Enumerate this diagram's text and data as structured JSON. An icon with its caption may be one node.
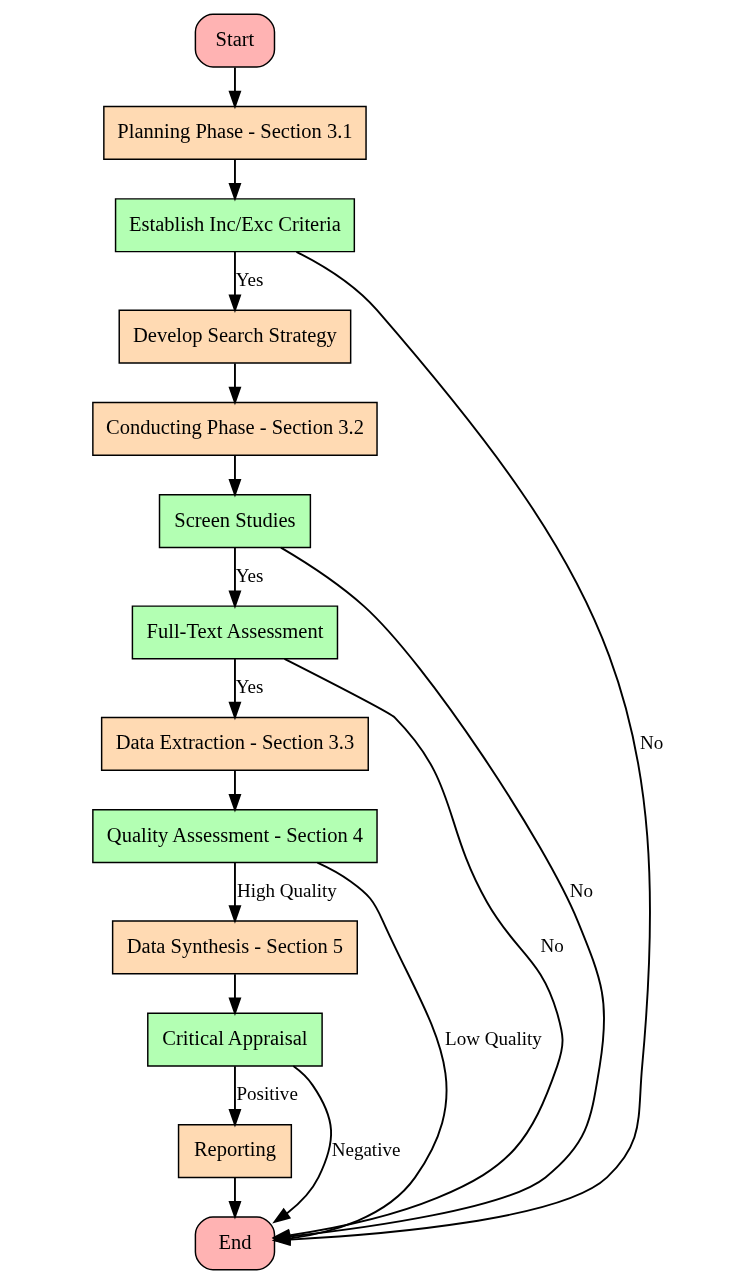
{
  "diagram": {
    "nodes": [
      {
        "text": [
          "Start"
        ]
      },
      {
        "text": [
          "Planning Phase - Section 3.1"
        ]
      },
      {
        "text": [
          "Establish Inc/Exc Criteria"
        ]
      },
      {
        "text": [
          "Develop Search Strategy"
        ]
      },
      {
        "text": [
          "Conducting Phase - Section 3.2"
        ]
      },
      {
        "text": [
          "Screen Studies"
        ]
      },
      {
        "text": [
          "Full-Text Assessment"
        ]
      },
      {
        "text": [
          "Data Extraction - Section 3.3"
        ]
      },
      {
        "text": [
          "Quality Assessment - Section 4"
        ]
      },
      {
        "text": [
          "Data Synthesis - Section 5"
        ]
      },
      {
        "text": [
          "Critical Appraisal"
        ]
      },
      {
        "text": [
          "Reporting"
        ]
      },
      {
        "text": [
          "End"
        ]
      }
    ],
    "edges": [
      {
        "from": 0,
        "to": 1,
        "arrow": "to"
      },
      {
        "from": 1,
        "to": 2,
        "arrow": "to"
      },
      {
        "from": 2,
        "to": 3,
        "arrow": "to",
        "label": "Yes"
      },
      {
        "from": 3,
        "to": 4,
        "arrow": "to"
      },
      {
        "from": 4,
        "to": 5,
        "arrow": "to"
      },
      {
        "from": 5,
        "to": 6,
        "arrow": "to",
        "label": "Yes"
      },
      {
        "from": 6,
        "to": 7,
        "arrow": "to",
        "label": "Yes"
      },
      {
        "from": 7,
        "to": 8,
        "arrow": "to"
      },
      {
        "from": 8,
        "to": 9,
        "arrow": "to",
        "label": "High Quality"
      },
      {
        "from": 9,
        "to": 10,
        "arrow": "to"
      },
      {
        "from": 10,
        "to": 11,
        "arrow": "to",
        "label": "Positive"
      },
      {
        "from": 11,
        "to": 12,
        "arrow": "to"
      },
      {
        "from": 2,
        "to": 12,
        "arrow": "to",
        "label": "No"
      },
      {
        "from": 5,
        "to": 12,
        "arrow": "to",
        "label": "No"
      },
      {
        "from": 6,
        "to": 12,
        "arrow": "to",
        "label": "No"
      },
      {
        "from": 8,
        "to": 12,
        "arrow": "to",
        "label": "Low Quality"
      },
      {
        "from": 10,
        "to": 12,
        "arrow": "to",
        "label": "Negative"
      }
    ]
  }
}
